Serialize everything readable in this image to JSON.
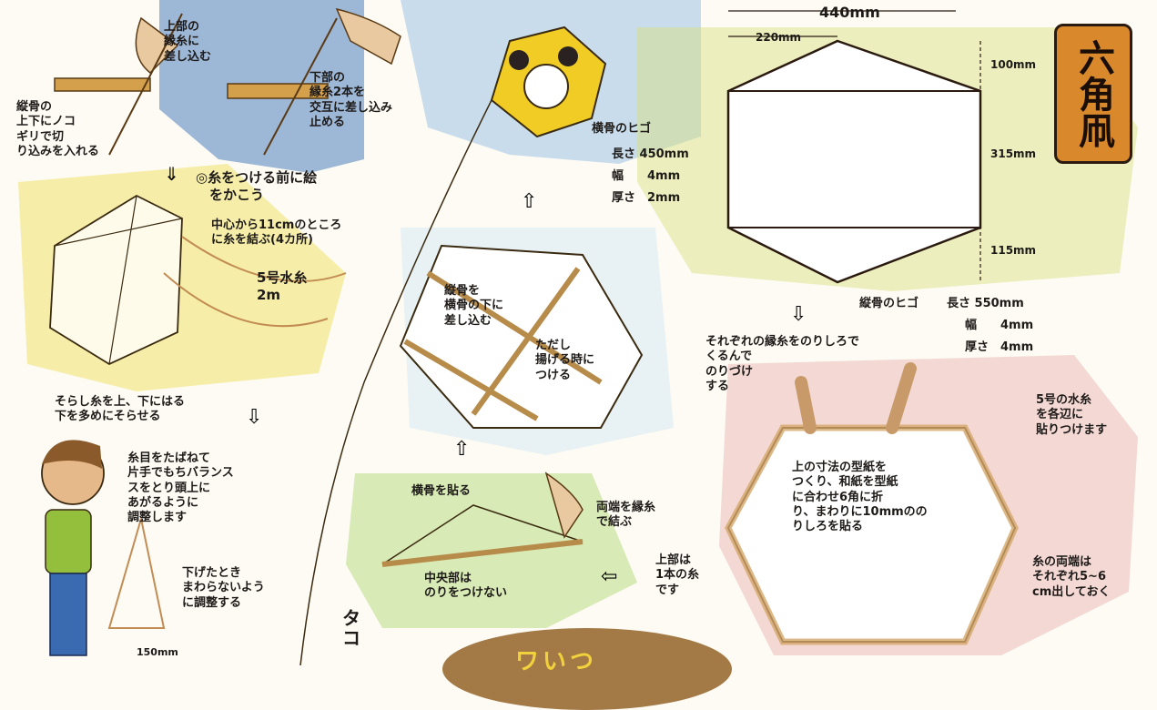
{
  "title": "六角凧",
  "bottom_partial": "ワいつ",
  "side_partial": "タ\nコ",
  "steps": {
    "upper_insert": "上部の\n縁糸に\n差し込む",
    "lower_insert": "下部の\n縁糸2本を\n交互に差し込み\n止める",
    "spine_cut": "縦骨の\n上下にノコ\nギリで切\nり込みを入れる",
    "draw_picture": "◎糸をつける前に絵\n　をかこう",
    "tie_string": "中心から11cmのところ\nに糸を結ぶ(4カ所)",
    "string_spec": "5号水糸\n2m",
    "bend": "そらし糸を上、下にはる\n下を多めにそらせる",
    "balance": "糸目をたばねて\n片手でもちバランス\nスをとり頭上に\nあがるように\n調整します",
    "hang": "下げたとき\nまわらないよう\nに調整する",
    "hang_dim": "150mm",
    "spine_under": "縦骨を\n横骨の下に\n差し込む",
    "attach_when": "ただし\n揚げる時に\nつける",
    "attach_cross": "横骨を貼る",
    "center_no_glue": "中央部は\nのりをつけない",
    "tie_ends": "両端を縁糸\nで結ぶ",
    "top_single": "上部は\n1本の糸\nです",
    "glue_edges": "それぞれの縁糸をのりしろで\nくるんで\nのりづけ\nする",
    "paste_string": "5号の水糸\nを各辺に\n貼りつけます",
    "template": "上の寸法の型紙を\nつくり、和紙を型紙\nに合わせ6角に折\nり、まわりに10mmのの\nりしろを貼る",
    "string_ends": "糸の両端は\nそれぞれ5~6\ncm出しておく"
  },
  "diagram": {
    "width_total": "440mm",
    "half_width": "220mm",
    "top_h": "100mm",
    "mid_h": "315mm",
    "bottom_h": "115mm",
    "cross_label": "横骨のヒゴ",
    "cross_len": "長さ 450mm",
    "cross_w": "幅　　4mm",
    "cross_t": "厚さ　2mm",
    "spine_label": "縦骨のヒゴ",
    "spine_len": "長さ 550mm",
    "spine_w": "幅　　4mm",
    "spine_t": "厚さ　4mm"
  }
}
